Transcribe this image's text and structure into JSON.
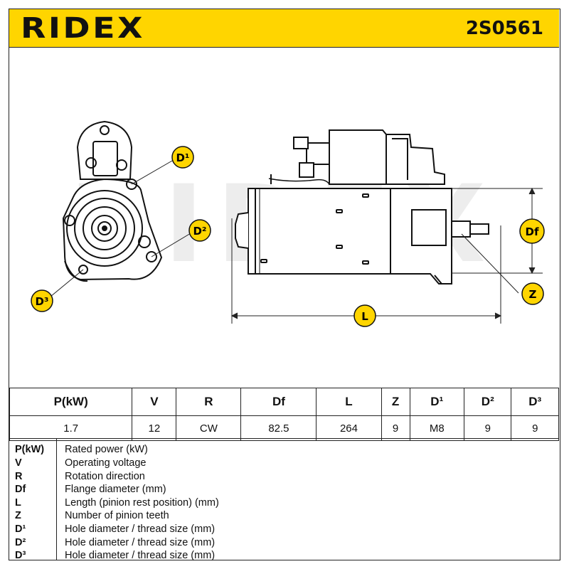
{
  "header": {
    "brand": "RIDEX",
    "part_number": "2S0561",
    "background_color": "#ffd500"
  },
  "drawing": {
    "callouts": {
      "d1": "D¹",
      "d2": "D²",
      "d3": "D³",
      "df": "Df",
      "z": "Z",
      "l": "L"
    },
    "watermark": "RIDEX",
    "callout_color": "#ffd500"
  },
  "specs": {
    "headers": [
      "P(kW)",
      "V",
      "R",
      "Df",
      "L",
      "Z",
      "D¹",
      "D²",
      "D³"
    ],
    "values": [
      "1.7",
      "12",
      "CW",
      "82.5",
      "264",
      "9",
      "M8",
      "9",
      "9"
    ]
  },
  "legend": [
    {
      "key": "P(kW)",
      "desc": "Rated power (kW)"
    },
    {
      "key": "V",
      "desc": "Operating voltage"
    },
    {
      "key": "R",
      "desc": "Rotation direction"
    },
    {
      "key": "Df",
      "desc": "Flange diameter (mm)"
    },
    {
      "key": "L",
      "desc": "Length (pinion rest position) (mm)"
    },
    {
      "key": "Z",
      "desc": "Number of pinion teeth"
    },
    {
      "key": "D¹",
      "desc": "Hole diameter / thread size (mm)"
    },
    {
      "key": "D²",
      "desc": "Hole diameter / thread size (mm)"
    },
    {
      "key": "D³",
      "desc": "Hole diameter / thread size (mm)"
    }
  ]
}
